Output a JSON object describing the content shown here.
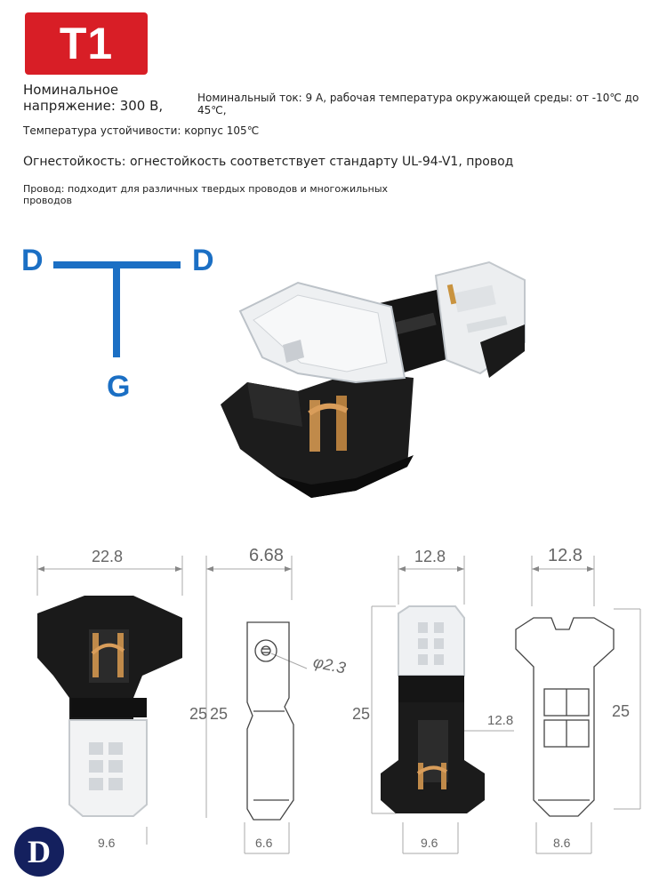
{
  "badge": {
    "label": "T1",
    "color": "#d81e26"
  },
  "specs": {
    "voltage_line1": "Номинальное",
    "voltage_line2": "напряжение: 300 В,",
    "current": "Номинальный ток: 9 А, рабочая температура окружающей среды: от -10℃ до 45℃,",
    "temperature": "Температура устойчивости: корпус 105℃",
    "flame": "Огнестойкость: огнестойкость соответствует стандарту UL-94-V1, провод",
    "wire_line1": "Провод: подходит для различных твердых проводов и многожильных",
    "wire_line2": "проводов"
  },
  "diagram": {
    "left": "D",
    "right": "D",
    "bottom": "G",
    "color": "#1b6fc4"
  },
  "dimensions": {
    "v1_width": "22.8",
    "v1_height": "25",
    "v1_bottom": "9.6",
    "v2_width": "6.68",
    "v2_height": "25",
    "v2_bottom": "6.6",
    "v2_hole": "φ2.3",
    "v3_width": "12.8",
    "v3_height": "25",
    "v3_bottom": "9.6",
    "v3_inner": "12.8",
    "v4_width": "12.8",
    "v4_height": "25",
    "v4_bottom": "8.6"
  },
  "logo": {
    "letter": "D"
  }
}
